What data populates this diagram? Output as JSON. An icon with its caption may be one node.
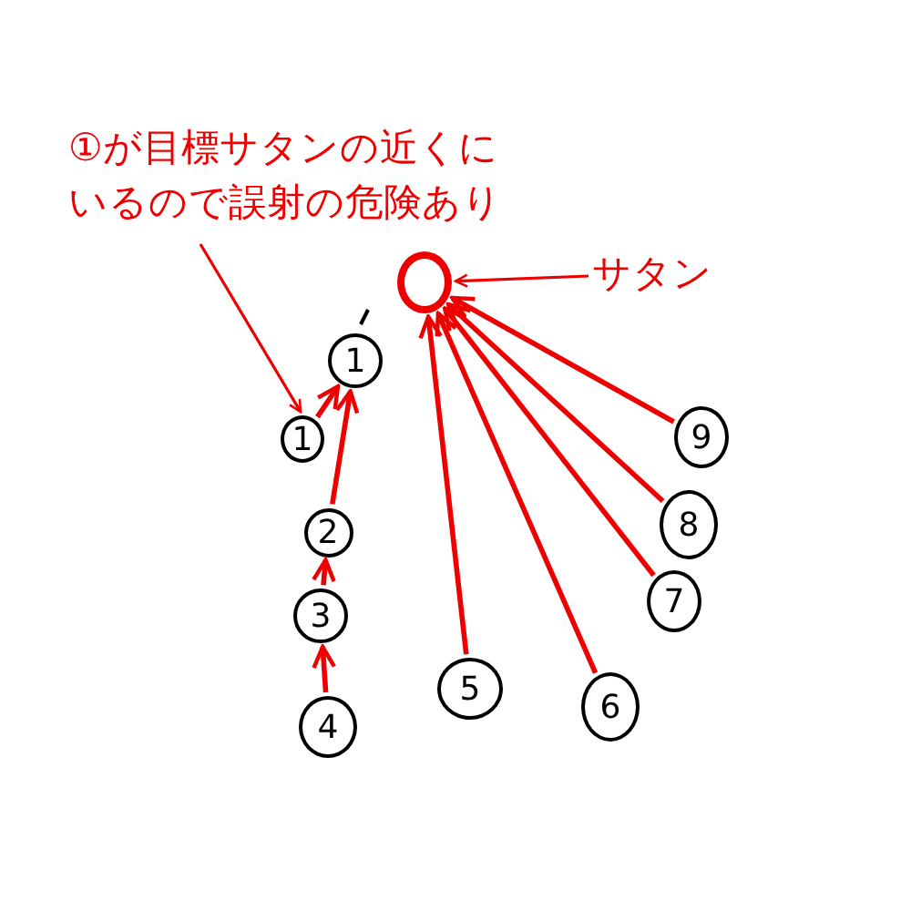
{
  "diagram": {
    "nodes": [
      {
        "text": [
          "①が目標サタンの近くにいるので誤射の危険あり"
        ]
      },
      {
        "text": [
          "サタン"
        ]
      },
      {
        "text": [],
        "shape": "circle"
      },
      {
        "text": [
          "1"
        ]
      },
      {
        "text": [
          "1"
        ]
      },
      {
        "text": [
          "2"
        ]
      },
      {
        "text": [
          "3"
        ]
      },
      {
        "text": [
          "4"
        ]
      },
      {
        "text": [
          "5"
        ]
      },
      {
        "text": [
          "6"
        ]
      },
      {
        "text": [
          "7"
        ]
      },
      {
        "text": [
          "8"
        ]
      },
      {
        "text": [
          "9"
        ]
      }
    ],
    "edges": [
      {
        "from": 0,
        "to": 4,
        "arrow": "to"
      },
      {
        "from": 1,
        "to": 2,
        "arrow": "to"
      },
      {
        "from": 4,
        "to": 3,
        "arrow": "to"
      },
      {
        "from": 5,
        "to": 3,
        "arrow": "to"
      },
      {
        "from": 6,
        "to": 5,
        "arrow": "to"
      },
      {
        "from": 7,
        "to": 6,
        "arrow": "to"
      },
      {
        "from": 8,
        "to": 2,
        "arrow": "to"
      },
      {
        "from": 9,
        "to": 2,
        "arrow": "to"
      },
      {
        "from": 10,
        "to": 2,
        "arrow": "to"
      },
      {
        "from": 11,
        "to": 2,
        "arrow": "to"
      },
      {
        "from": 12,
        "to": 2,
        "arrow": "to"
      }
    ]
  }
}
